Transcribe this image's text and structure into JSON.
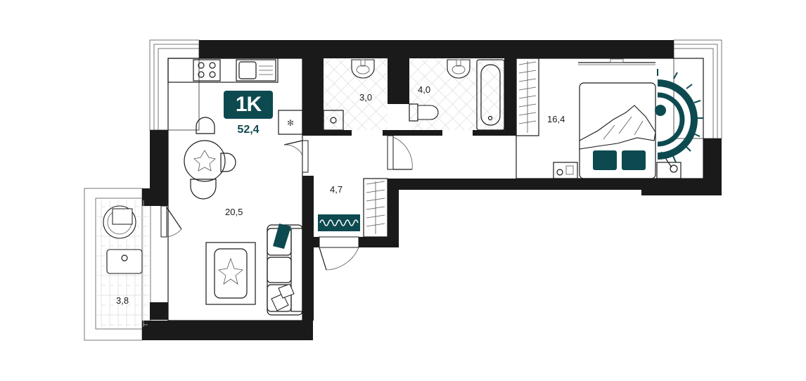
{
  "plan": {
    "type_label": "1K",
    "total_area": "52,4",
    "rooms": [
      {
        "id": "living-kitchen",
        "area": "20,5"
      },
      {
        "id": "bathroom-1",
        "area": "3,0"
      },
      {
        "id": "bathroom-2",
        "area": "4,0"
      },
      {
        "id": "bedroom",
        "area": "16,4"
      },
      {
        "id": "hallway",
        "area": "4,7"
      },
      {
        "id": "balcony",
        "area": "3,8"
      }
    ]
  },
  "colors": {
    "accent": "#0d4a50",
    "wall": "#1a1a1a"
  }
}
